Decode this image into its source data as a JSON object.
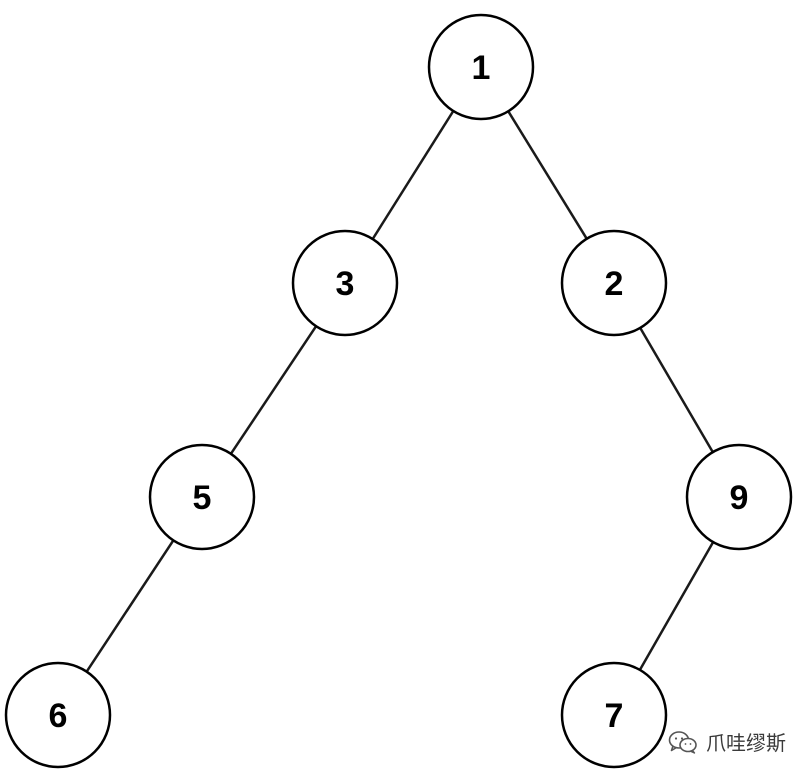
{
  "tree": {
    "nodes": [
      {
        "id": "n1",
        "label": "1"
      },
      {
        "id": "n3",
        "label": "3"
      },
      {
        "id": "n2",
        "label": "2"
      },
      {
        "id": "n5",
        "label": "5"
      },
      {
        "id": "n9",
        "label": "9"
      },
      {
        "id": "n6",
        "label": "6"
      },
      {
        "id": "n7",
        "label": "7"
      }
    ],
    "edges": [
      {
        "from": "n1",
        "to": "n3"
      },
      {
        "from": "n1",
        "to": "n2"
      },
      {
        "from": "n3",
        "to": "n5"
      },
      {
        "from": "n5",
        "to": "n6"
      },
      {
        "from": "n2",
        "to": "n9"
      },
      {
        "from": "n9",
        "to": "n7"
      }
    ]
  },
  "watermark": {
    "text": "爪哇缪斯",
    "icon": "wechat-icon"
  },
  "colors": {
    "stroke": "#000000",
    "background": "#ffffff"
  }
}
